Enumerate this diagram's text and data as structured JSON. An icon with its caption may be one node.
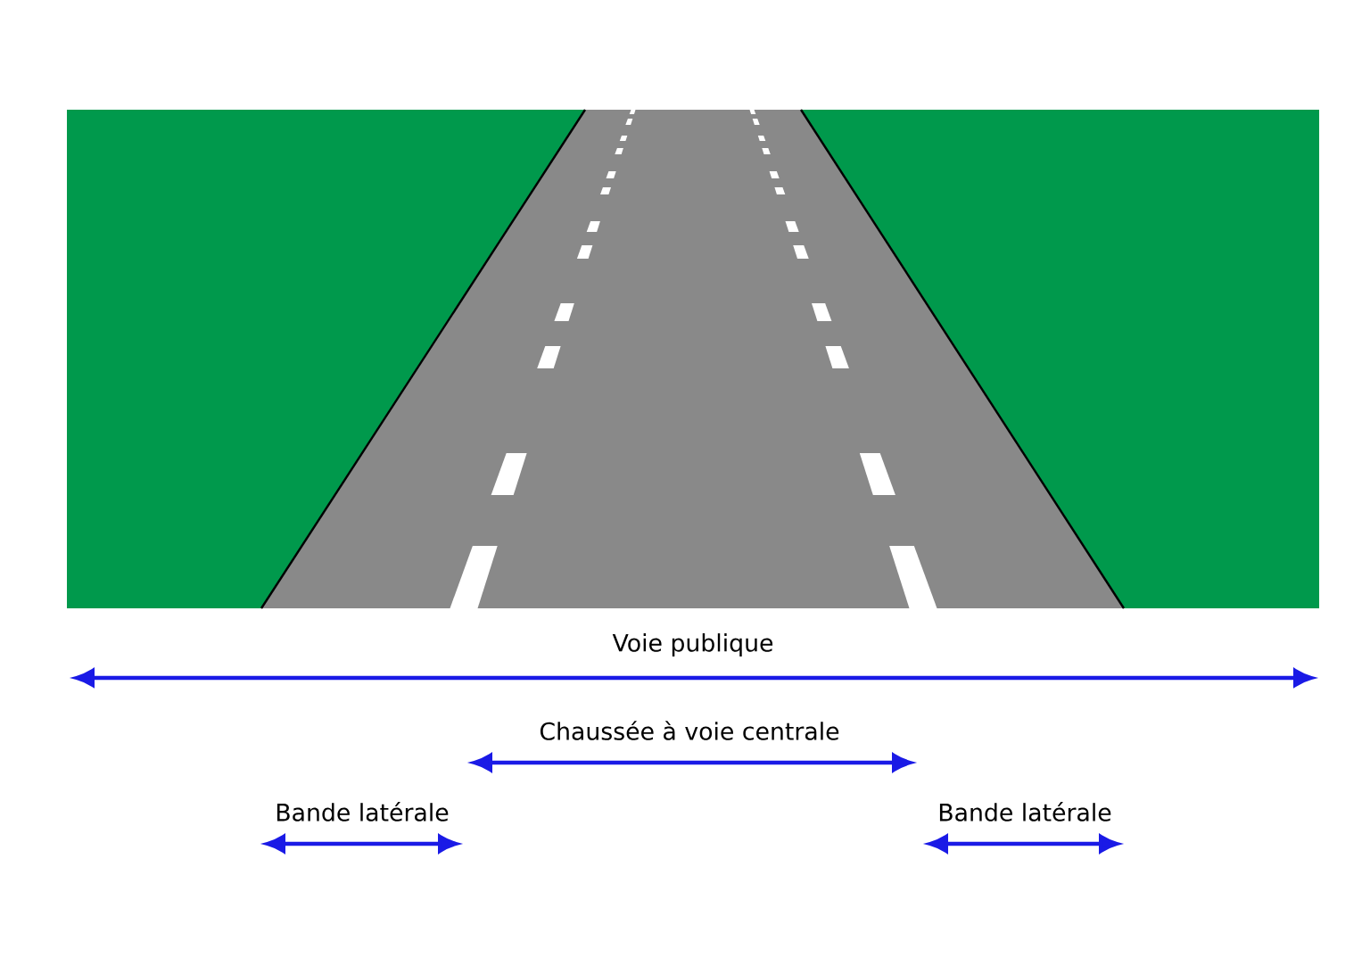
{
  "diagram": {
    "labels": [
      "Voie publique",
      "Chaussée à voie centrale",
      "Bande latérale",
      "Bande latérale"
    ]
  }
}
